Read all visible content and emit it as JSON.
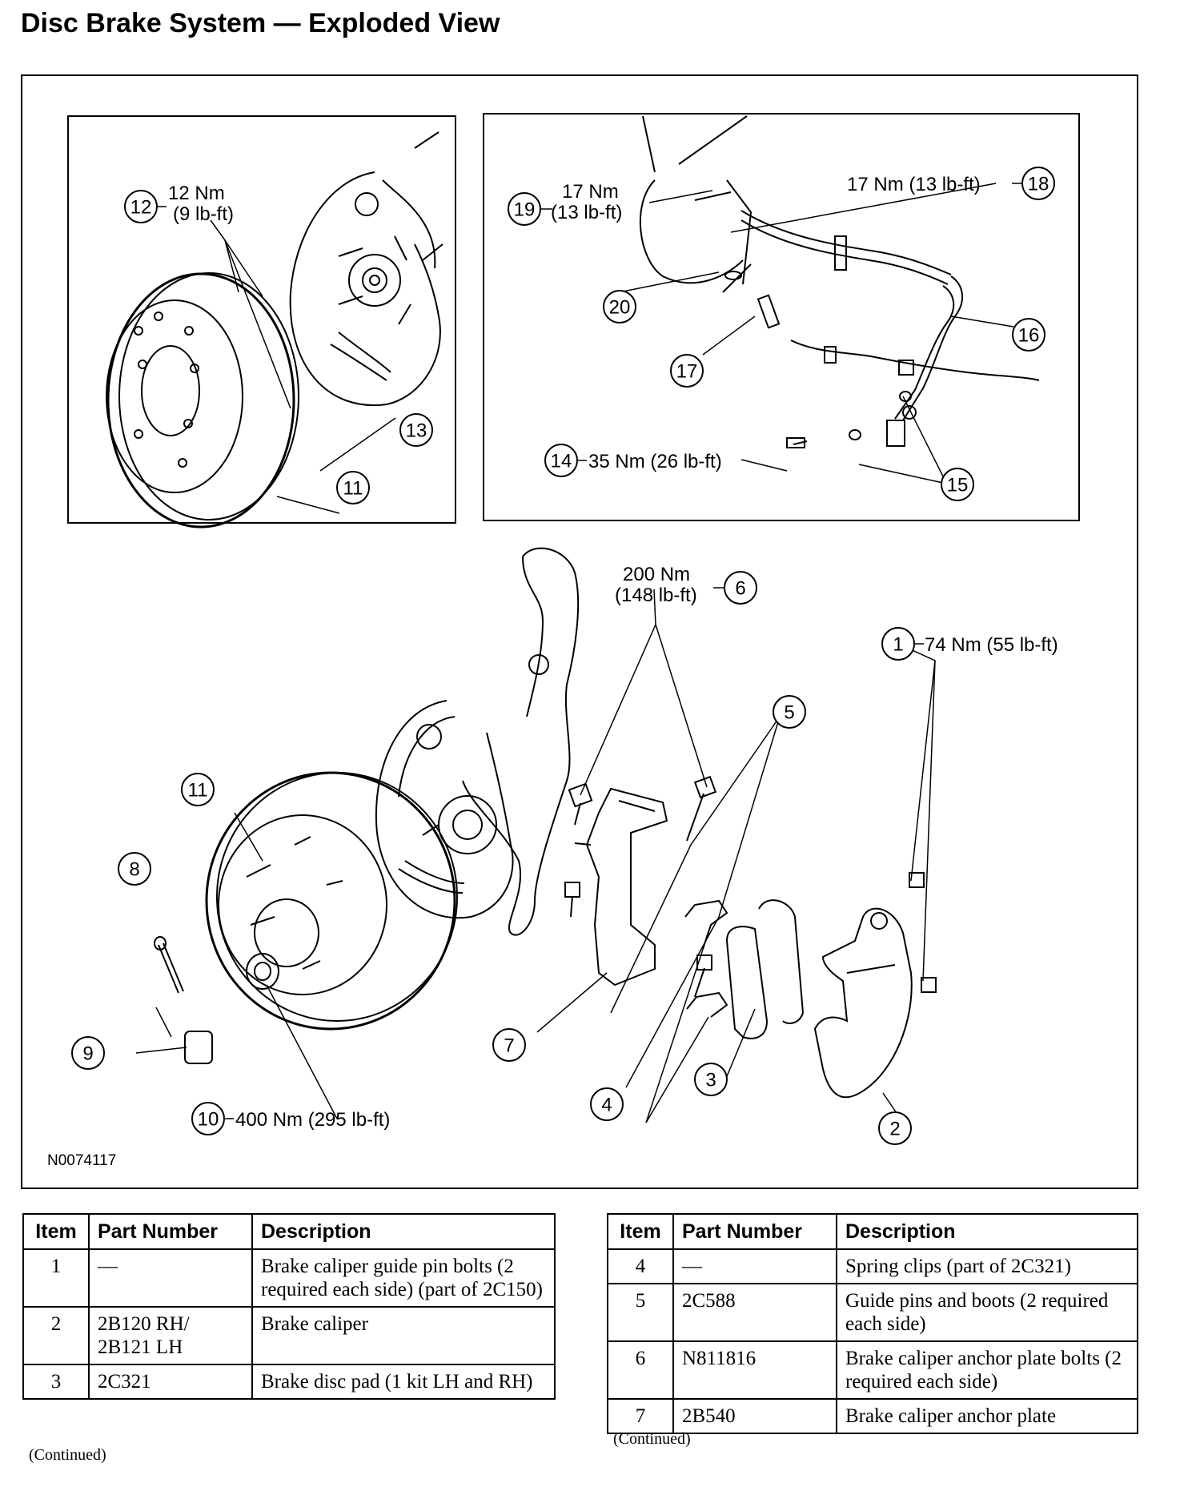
{
  "page": {
    "title": "Disc Brake System — Exploded View",
    "figure_id": "N0074117",
    "continued_left": "(Continued)",
    "continued_right": "(Continued)"
  },
  "callouts": {
    "c1": {
      "num": "1",
      "torque": "74 Nm (55  lb-ft)"
    },
    "c2": {
      "num": "2"
    },
    "c3": {
      "num": "3"
    },
    "c4": {
      "num": "4"
    },
    "c5": {
      "num": "5"
    },
    "c6": {
      "num": "6",
      "torque_nm": "200 Nm",
      "torque_lbft": "(148 lb-ft)"
    },
    "c7": {
      "num": "7"
    },
    "c8": {
      "num": "8"
    },
    "c9": {
      "num": "9"
    },
    "c10": {
      "num": "10",
      "torque": "400 Nm (295 lb-ft)"
    },
    "c11a": {
      "num": "11"
    },
    "c11b": {
      "num": "11"
    },
    "c12": {
      "num": "12",
      "torque_nm": "12 Nm",
      "torque_lbft": "(9 lb-ft)"
    },
    "c13": {
      "num": "13"
    },
    "c14": {
      "num": "14",
      "torque": "35 Nm (26 lb-ft)"
    },
    "c15": {
      "num": "15"
    },
    "c16": {
      "num": "16"
    },
    "c17": {
      "num": "17"
    },
    "c18": {
      "num": "18",
      "torque": "17 Nm (13 lb-ft)"
    },
    "c19": {
      "num": "19",
      "torque_nm": "17 Nm",
      "torque_lbft": "(13 lb-ft)"
    },
    "c20": {
      "num": "20"
    }
  },
  "table_headers": {
    "item": "Item",
    "part_number": "Part Number",
    "description": "Description"
  },
  "table_left": [
    {
      "item": "1",
      "part": "—",
      "desc": "Brake caliper guide pin bolts (2 required each side) (part of 2C150)"
    },
    {
      "item": "2",
      "part": "2B120 RH/ 2B121 LH",
      "desc": "Brake caliper"
    },
    {
      "item": "3",
      "part": "2C321",
      "desc": "Brake disc pad (1 kit LH and RH)"
    }
  ],
  "table_right": [
    {
      "item": "4",
      "part": "—",
      "desc": "Spring clips (part of 2C321)"
    },
    {
      "item": "5",
      "part": "2C588",
      "desc": "Guide pins and boots (2 required each side)"
    },
    {
      "item": "6",
      "part": "N811816",
      "desc": "Brake caliper anchor plate bolts (2 required each side)"
    },
    {
      "item": "7",
      "part": "2B540",
      "desc": "Brake caliper anchor plate"
    }
  ]
}
